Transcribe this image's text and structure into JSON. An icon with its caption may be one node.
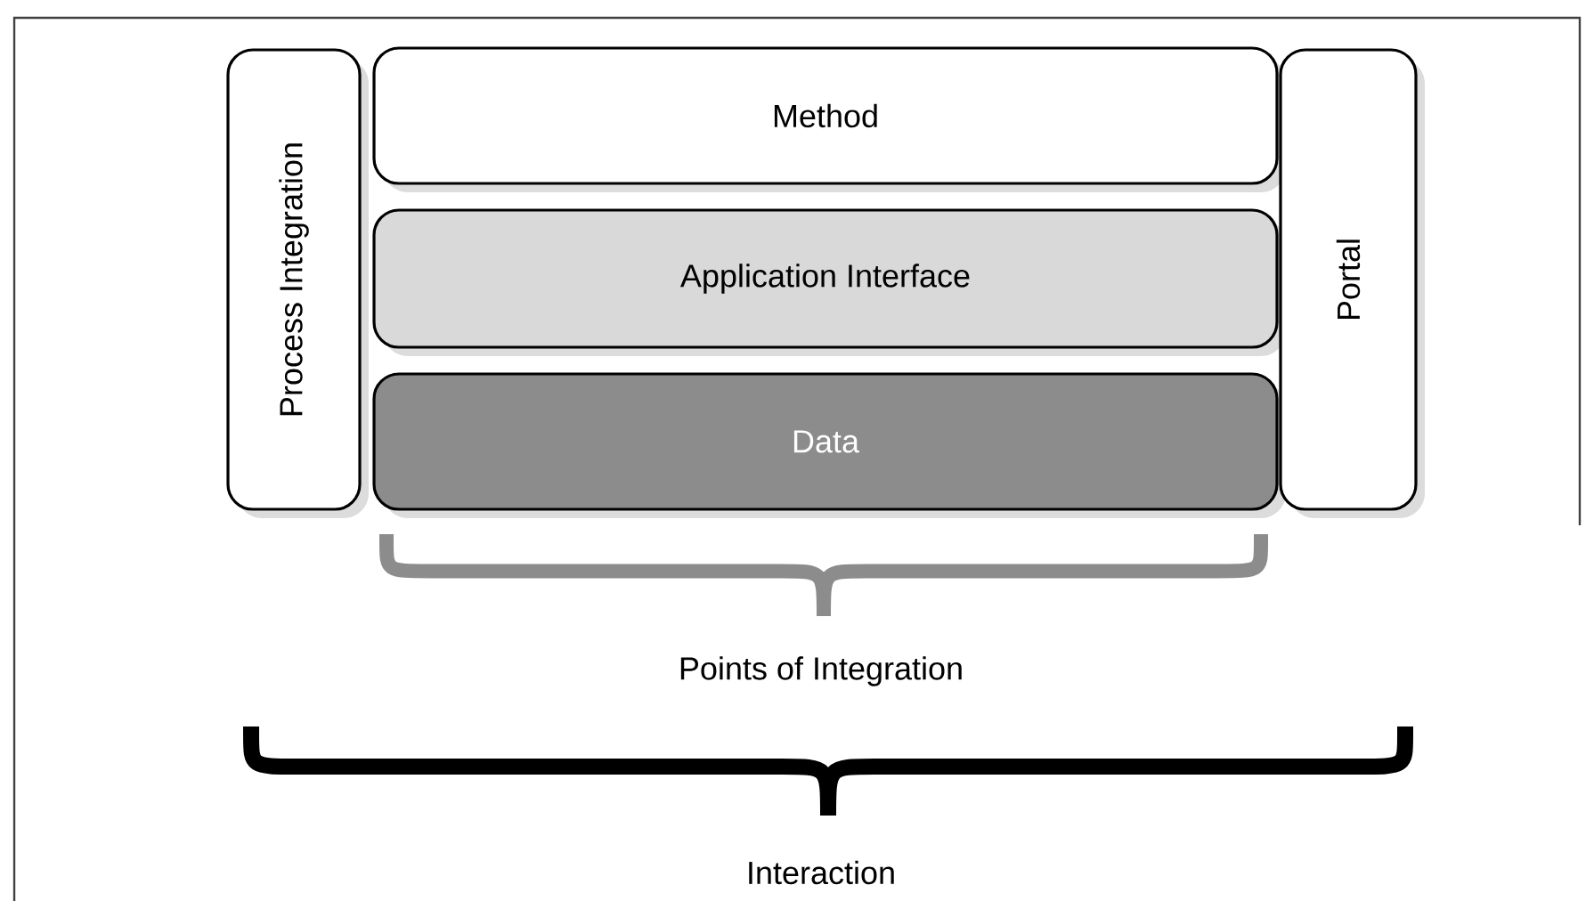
{
  "diagram": {
    "nodes": [
      {
        "text": [
          "Process Integration"
        ]
      },
      {
        "text": [
          "Method"
        ]
      },
      {
        "text": [
          "Application Interface"
        ]
      },
      {
        "text": [
          "Data"
        ]
      },
      {
        "text": [
          "Portal"
        ]
      }
    ],
    "labels": [
      "Points of Integration",
      "Interaction"
    ]
  }
}
